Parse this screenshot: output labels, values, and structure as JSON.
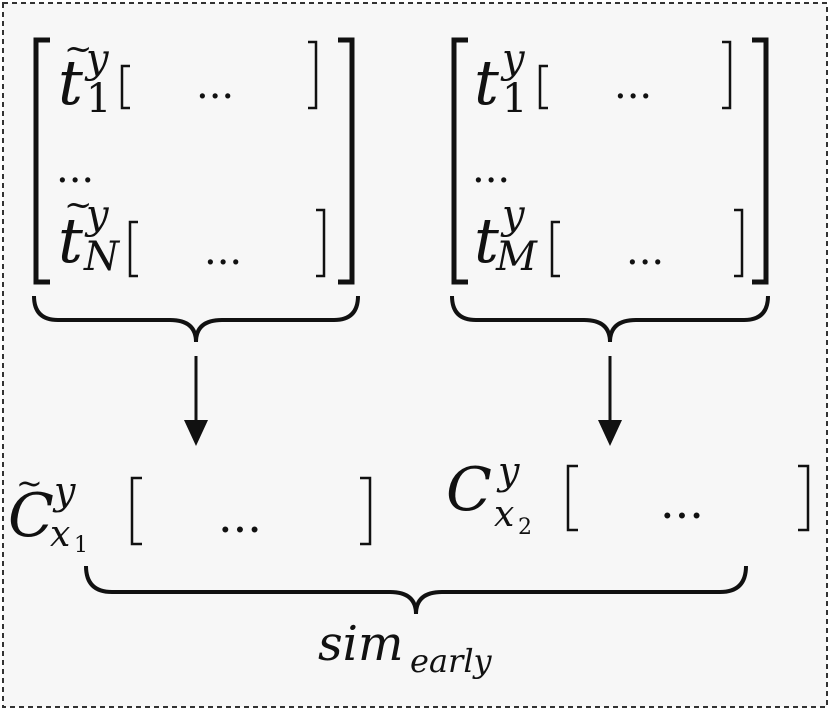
{
  "left_matrix": {
    "row1": {
      "base": "t",
      "sup": "y",
      "sub": "1",
      "tilde": "~",
      "dots": "..."
    },
    "mid_dots": "...",
    "rowN": {
      "base": "t",
      "sup": "y",
      "sub": "N",
      "tilde": "~",
      "dots": "..."
    }
  },
  "right_matrix": {
    "row1": {
      "base": "t",
      "sup": "y",
      "sub": "1",
      "dots": "..."
    },
    "mid_dots": "...",
    "rowM": {
      "base": "t",
      "sup": "y",
      "sub": "M",
      "dots": "..."
    }
  },
  "left_vector": {
    "base": "C",
    "tilde": "~",
    "sup": "y",
    "sub": "x",
    "subsub": "1",
    "dots": "..."
  },
  "right_vector": {
    "base": "C",
    "sup": "y",
    "sub": "x",
    "subsub": "2",
    "dots": "..."
  },
  "similarity": {
    "base": "sim",
    "sub": "early"
  },
  "colors": {
    "background": "#f7f7f7",
    "border": "#333333",
    "ink": "#111111"
  }
}
